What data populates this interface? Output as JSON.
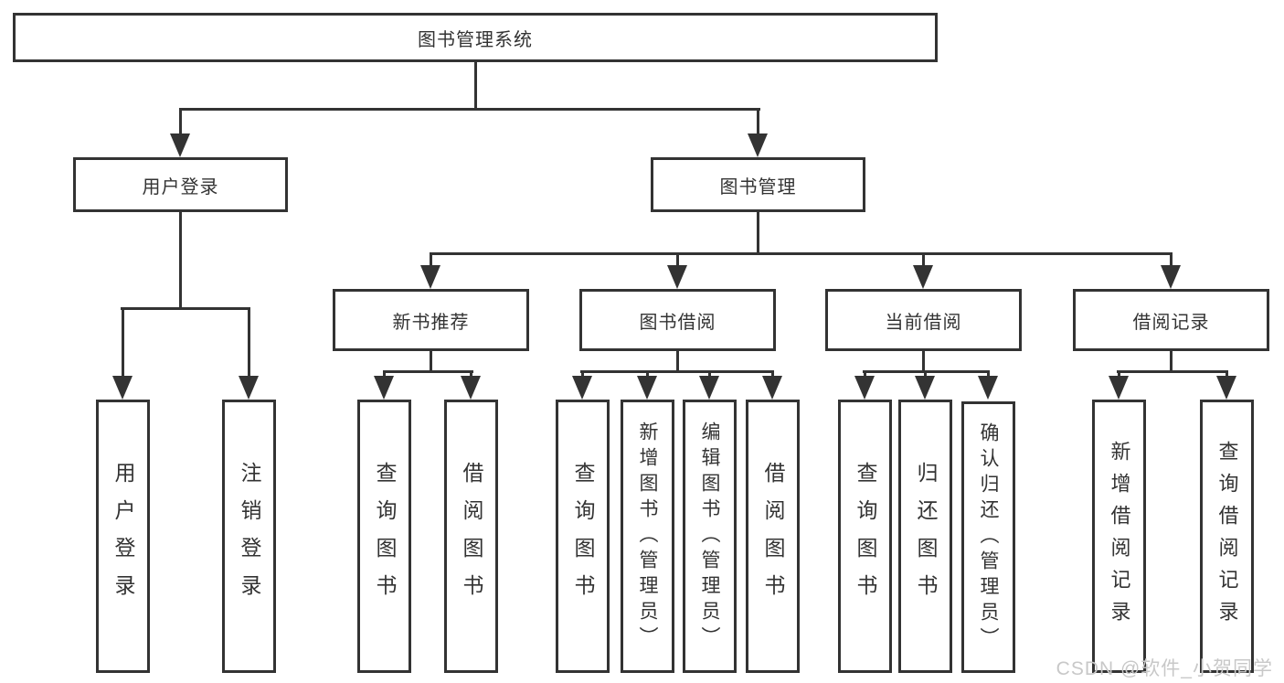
{
  "tree": {
    "label": "图书管理系统",
    "children": [
      {
        "label": "用户登录",
        "children": [
          {
            "label": "用户登录"
          },
          {
            "label": "注销登录"
          }
        ]
      },
      {
        "label": "图书管理",
        "children": [
          {
            "label": "新书推荐",
            "children": [
              {
                "label": "查询图书"
              },
              {
                "label": "借阅图书"
              }
            ]
          },
          {
            "label": "图书借阅",
            "children": [
              {
                "label": "查询图书"
              },
              {
                "label": "新增图书（管理员）"
              },
              {
                "label": "编辑图书（管理员）"
              },
              {
                "label": "借阅图书"
              }
            ]
          },
          {
            "label": "当前借阅",
            "children": [
              {
                "label": "查询图书"
              },
              {
                "label": "归还图书"
              },
              {
                "label": "确认归还（管理员）"
              }
            ]
          },
          {
            "label": "借阅记录",
            "children": [
              {
                "label": "新增借阅记录"
              },
              {
                "label": "查询借阅记录"
              }
            ]
          }
        ]
      }
    ]
  },
  "watermark": {
    "text": "CSDN @软件_小贺同学"
  },
  "colors": {
    "line": "#333333",
    "text": "#333333",
    "watermark": "#c8c8c8",
    "background": "#ffffff"
  }
}
